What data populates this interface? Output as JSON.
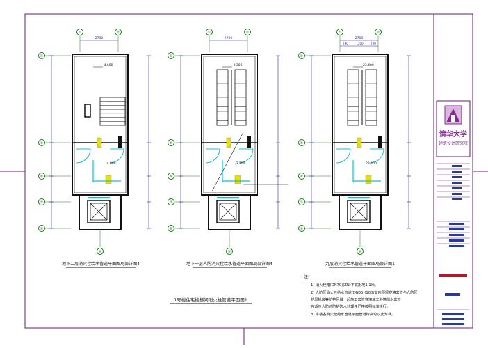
{
  "colors": {
    "border": "#6a1a7a",
    "wall": "#111111",
    "dim": "#2a2aa0",
    "axis_bubble": "#1a7a1a",
    "highlight": "#e8e000",
    "cyan": "#00c8d8",
    "title_red": "#c0102a",
    "logo_purple": "#8a2a90",
    "tb_blue": "#2a3a9a"
  },
  "plans": [
    {
      "title": "地下二层消火栓给水管道平面图局部详图4",
      "axis_top": [
        "①",
        "②"
      ],
      "axis_left": [
        "①",
        "⑤",
        "⑥",
        "⑦",
        "⑧"
      ],
      "bottom_axis": "⑧",
      "dim_top": "2700"
    },
    {
      "title": "地下一层人防消火栓给水管道平面图局部详图4",
      "axis_top": [
        "①",
        "②"
      ],
      "axis_left": [
        "①",
        "⑤",
        "⑥",
        "⑦",
        "⑧"
      ],
      "bottom_axis": "⑧",
      "dim_top": "2700"
    },
    {
      "title": "九层消火栓给水管道平面图局部详图1",
      "axis_top": [
        "①",
        "②"
      ],
      "axis_left": [
        "①",
        "⑤",
        "⑥",
        "⑦",
        "⑧"
      ],
      "bottom_axis": "⑧",
      "dim_top": "2700",
      "dim_sub": [
        "780",
        "1200",
        "720"
      ]
    }
  ],
  "group_title": "1号楼住宅楼梯间消火栓管道平面图1",
  "notes_heading": "注:",
  "notes": [
    "1) 消火栓箱(DN70)(ZN)下底距地1.1米。",
    "2) 人防区消火栓给水管道(DN65)(100)室内预留穿墙套管与人防区",
    "   的风机房等防护区域一起施工套管穿墙施工外墙防水套管",
    "   在适应人防的防护防水处理并严格按照标准执行。",
    "3) 本楼各消火栓给水管道平面管道标高均以此为准。"
  ],
  "levels": {
    "p1": "-4.600",
    "p1b": "-4.000",
    "p2": "-3.300",
    "p2b": "-3.700",
    "p3": "23.400",
    "p3b": "23.400"
  },
  "title_block": {
    "school": "清华大学",
    "institute": "建筑设计研究院"
  }
}
